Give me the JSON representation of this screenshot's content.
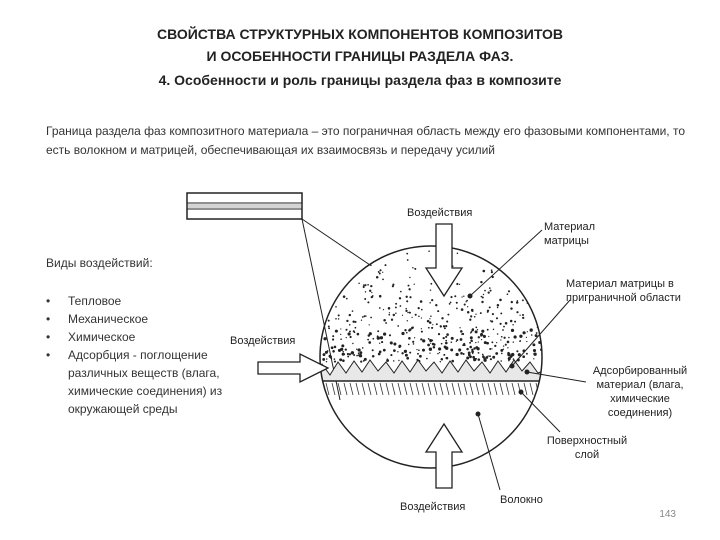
{
  "title": {
    "line1": "СВОЙСТВА СТРУКТУРНЫХ КОМПОНЕНТОВ КОМПОЗИТОВ",
    "line2": "И ОСОБЕННОСТИ ГРАНИЦЫ РАЗДЕЛА ФАЗ.",
    "line3": "4. Особенности и роль границы раздела фаз в композите"
  },
  "intro": "Граница раздела фаз композитного материала – это пограничная область между его фазовыми компонентами, то есть волокном и матрицей, обеспечивающая их взаимосвязь и передачу усилий",
  "types": {
    "label": "Виды воздействий:",
    "bullet": "•",
    "items": [
      "Тепловое",
      "Механическое",
      "Химическое",
      "Адсорбция - поглощение различных веществ (влага, химические соединения) из окружающей среды"
    ]
  },
  "labels": {
    "impact_top": "Воздействия",
    "impact_left": "Воздействия",
    "impact_bottom": "Воздействия",
    "matrix_material": "Материал матрицы",
    "matrix_boundary": "Материал матрицы в приграничной области",
    "adsorbed": "Адсорбированный материал (влага, химические соединения)",
    "surface_layer": "Поверхностный слой",
    "fiber": "Волокно"
  },
  "page_number": "143"
}
